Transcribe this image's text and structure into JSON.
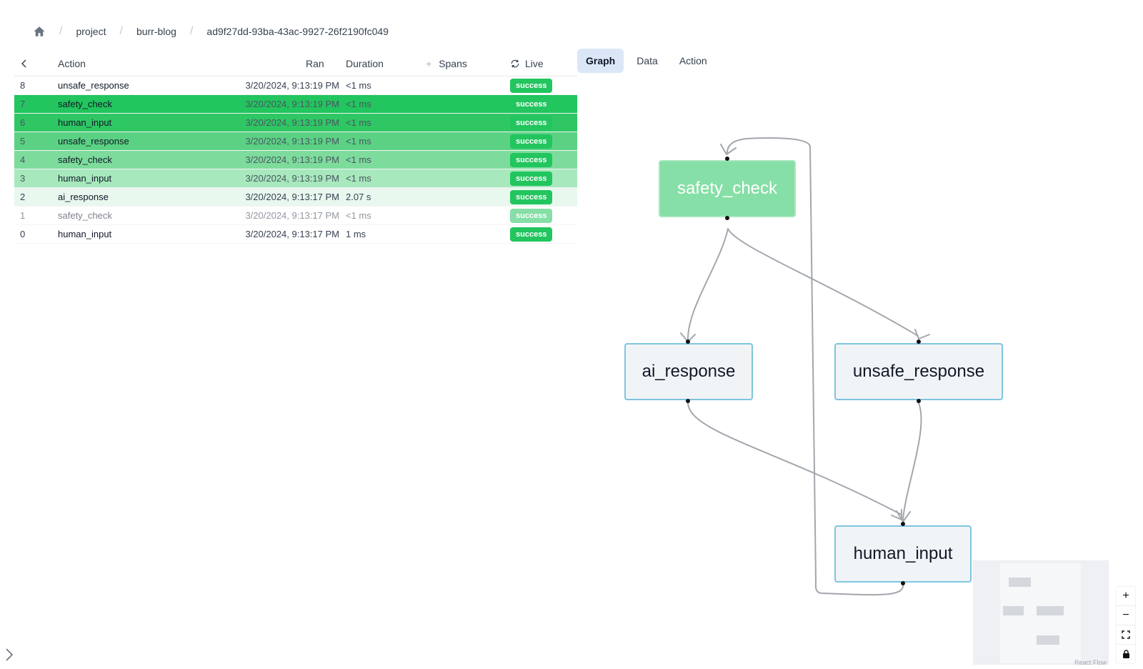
{
  "breadcrumb": {
    "items": [
      "project",
      "burr-blog",
      "ad9f27dd-93ba-43ac-9927-26f2190fc049"
    ]
  },
  "table": {
    "headers": {
      "action": "Action",
      "ran": "Ran",
      "duration": "Duration",
      "spans": "Spans",
      "live": "Live"
    },
    "rows": [
      {
        "index": "8",
        "action": "unsafe_response",
        "ran": "3/20/2024, 9:13:19 PM",
        "duration": "<1 ms",
        "status": "success"
      },
      {
        "index": "7",
        "action": "safety_check",
        "ran": "3/20/2024, 9:13:19 PM",
        "duration": "<1 ms",
        "status": "success"
      },
      {
        "index": "6",
        "action": "human_input",
        "ran": "3/20/2024, 9:13:19 PM",
        "duration": "<1 ms",
        "status": "success"
      },
      {
        "index": "5",
        "action": "unsafe_response",
        "ran": "3/20/2024, 9:13:19 PM",
        "duration": "<1 ms",
        "status": "success"
      },
      {
        "index": "4",
        "action": "safety_check",
        "ran": "3/20/2024, 9:13:19 PM",
        "duration": "<1 ms",
        "status": "success"
      },
      {
        "index": "3",
        "action": "human_input",
        "ran": "3/20/2024, 9:13:19 PM",
        "duration": "<1 ms",
        "status": "success"
      },
      {
        "index": "2",
        "action": "ai_response",
        "ran": "3/20/2024, 9:13:17 PM",
        "duration": "2.07 s",
        "status": "success"
      },
      {
        "index": "1",
        "action": "safety_check",
        "ran": "3/20/2024, 9:13:17 PM",
        "duration": "<1 ms",
        "status": "success"
      },
      {
        "index": "0",
        "action": "human_input",
        "ran": "3/20/2024, 9:13:17 PM",
        "duration": "1 ms",
        "status": "success"
      }
    ]
  },
  "tabs": [
    {
      "label": "Graph",
      "active": true
    },
    {
      "label": "Data",
      "active": false
    },
    {
      "label": "Action",
      "active": false
    }
  ],
  "graph": {
    "nodes": {
      "safety_check": "safety_check",
      "ai_response": "ai_response",
      "unsafe_response": "unsafe_response",
      "human_input": "human_input"
    },
    "active_node": "safety_check"
  },
  "minimap": {
    "attribution": "React Flow"
  },
  "colors": {
    "success": "#22c55e",
    "active_node": "#86dfa6",
    "node_border": "#7ec4de",
    "tab_active": "#dbe7f7",
    "edge": "#9ca3af"
  }
}
